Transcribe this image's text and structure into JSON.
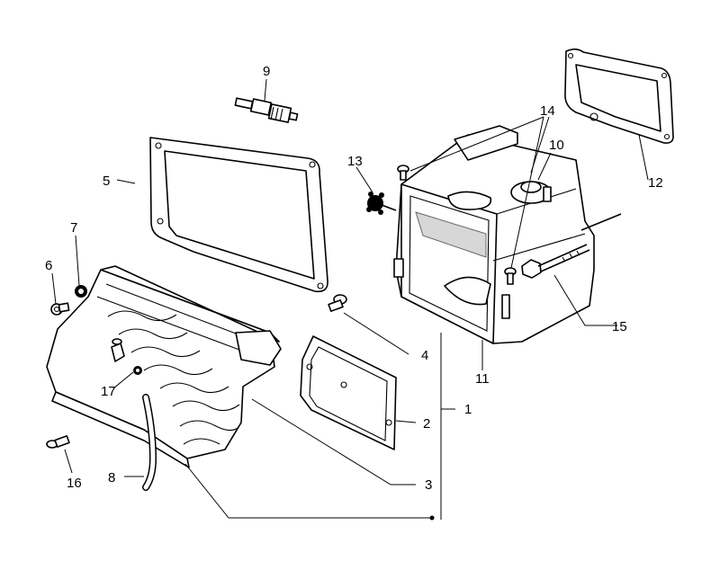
{
  "callouts": [
    {
      "id": "c1",
      "text": "1"
    },
    {
      "id": "c2",
      "text": "2"
    },
    {
      "id": "c3",
      "text": "3"
    },
    {
      "id": "c4",
      "text": "4"
    },
    {
      "id": "c5",
      "text": "5"
    },
    {
      "id": "c6",
      "text": "6"
    },
    {
      "id": "c7",
      "text": "7"
    },
    {
      "id": "c8",
      "text": "8"
    },
    {
      "id": "c9",
      "text": "9"
    },
    {
      "id": "c10",
      "text": "10"
    },
    {
      "id": "c11",
      "text": "11"
    },
    {
      "id": "c12",
      "text": "12"
    },
    {
      "id": "c13",
      "text": "13"
    },
    {
      "id": "c14",
      "text": "14"
    },
    {
      "id": "c15",
      "text": "15"
    },
    {
      "id": "c16",
      "text": "16"
    },
    {
      "id": "c17",
      "text": "17"
    }
  ],
  "colors": {
    "line": "#000000",
    "background": "#ffffff",
    "shading": "#bdbdbd"
  }
}
